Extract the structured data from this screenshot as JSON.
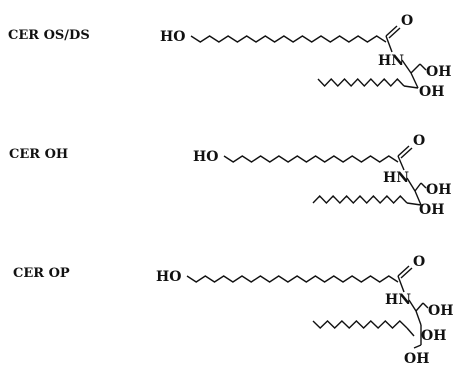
{
  "structures": [
    {
      "label": "CER OS/DS",
      "head_group": "HO",
      "amide_oxygen": "O",
      "amine": "HN",
      "primary_hydroxyl": "OH",
      "secondary_hydroxyl": "OH",
      "tertiary_hydroxyl": ""
    },
    {
      "label": "CER OH",
      "head_group": "HO",
      "amide_oxygen": "O",
      "amine": "HN",
      "primary_hydroxyl": "OH",
      "secondary_hydroxyl": "OH",
      "tertiary_hydroxyl": ""
    },
    {
      "label": "CER OP",
      "head_group": "HO",
      "amide_oxygen": "O",
      "amine": "HN",
      "primary_hydroxyl": "OH",
      "secondary_hydroxyl": "OH",
      "tertiary_hydroxyl": "OH"
    }
  ]
}
